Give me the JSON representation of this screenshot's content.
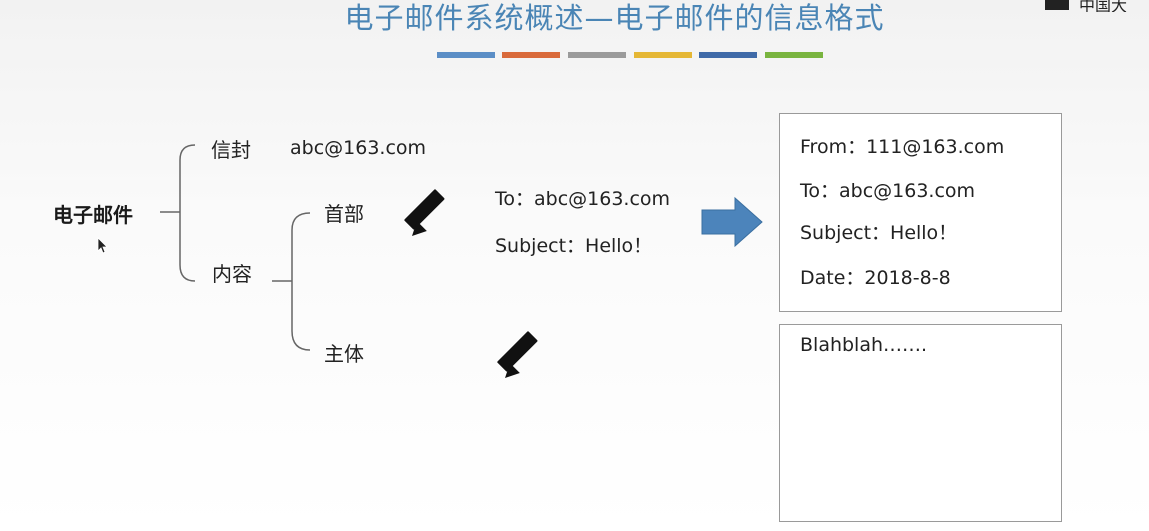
{
  "slide": {
    "title": "电子邮件系统概述—电子邮件的信息格式",
    "brand_partial": "中国大",
    "accent_bars": [
      "#5b8ec6",
      "#d96a3b",
      "#9b9b9b",
      "#e5b735",
      "#3f6aa8",
      "#79b43f"
    ]
  },
  "tree": {
    "root": "电子邮件",
    "envelope_label": "信封",
    "envelope_value": "abc@163.com",
    "content_label": "内容",
    "header_label": "首部",
    "body_label": "主体"
  },
  "user_input": {
    "to_line": "To：abc@163.com",
    "subject_line": "Subject：Hello！"
  },
  "header_box": {
    "from": "From：111@163.com",
    "to": "To：abc@163.com",
    "subject": "Subject：Hello！",
    "date": "Date：2018-8-8"
  },
  "body_box": {
    "text": "Blahblah……."
  },
  "icons": {
    "pencil": "pencil-icon",
    "arrow": "arrow-right-icon",
    "cursor": "mouse-cursor-icon"
  }
}
